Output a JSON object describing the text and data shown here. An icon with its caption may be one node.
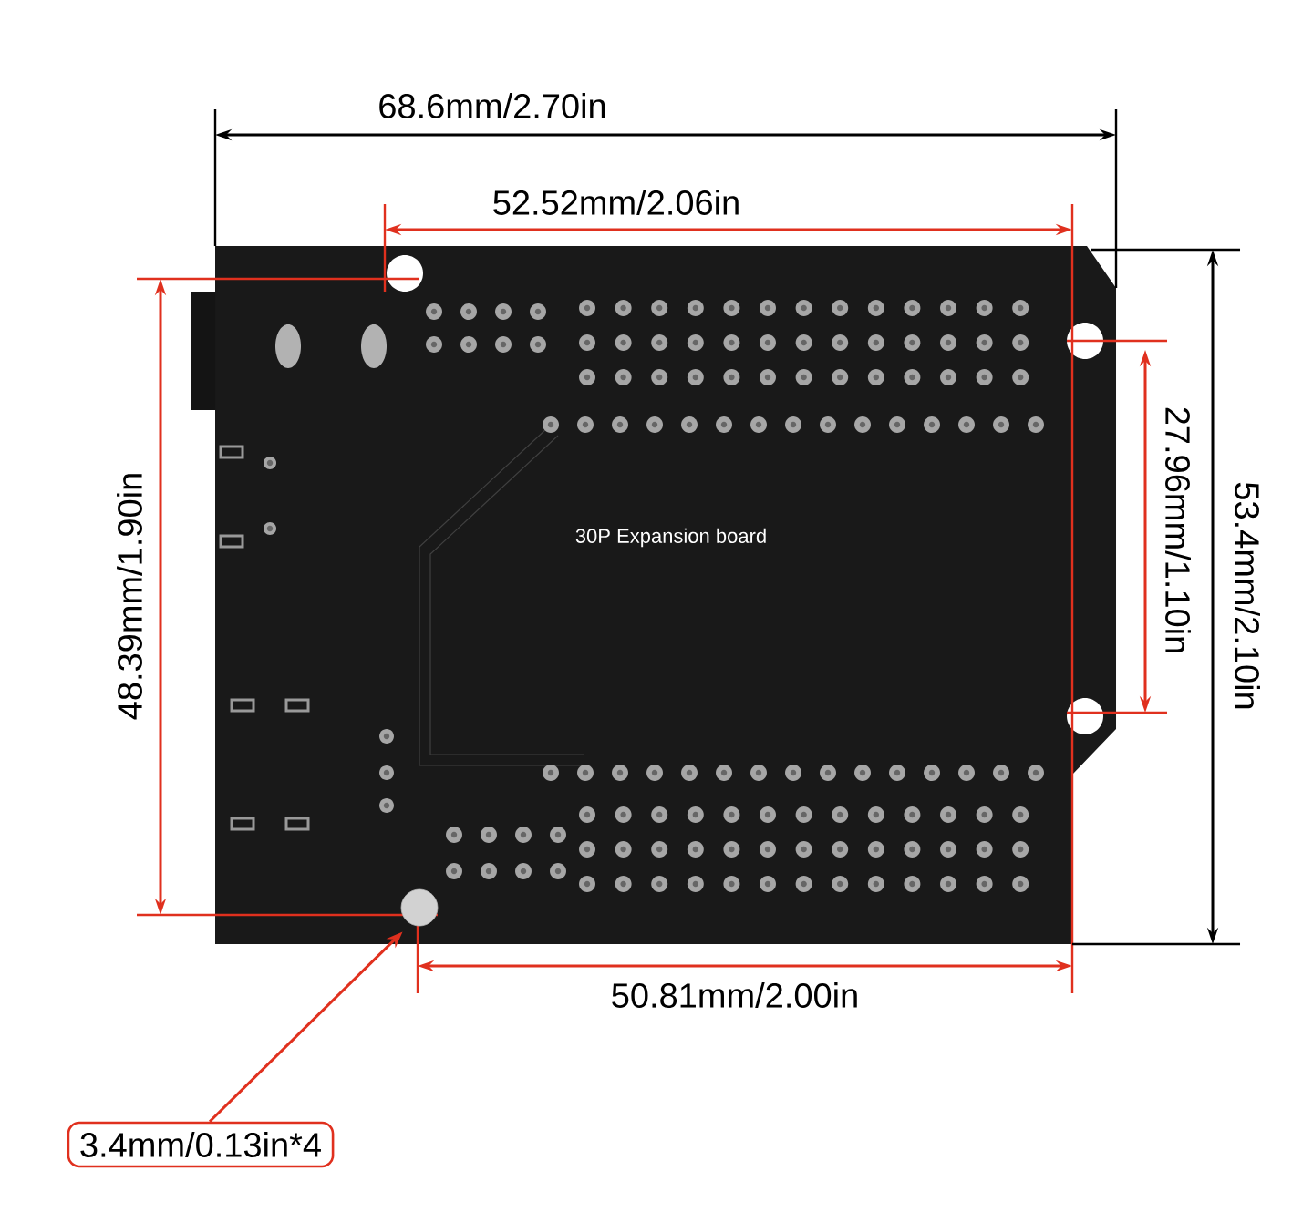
{
  "diagram": {
    "nodes": [
      {
        "text": [
          "3.4mm/0.13in*4"
        ]
      },
      {
        "text": [],
        "shape": "circle"
      }
    ],
    "edges": [
      {
        "from": 0,
        "to": 1,
        "arrow": "to",
        "color": "#e0301e"
      }
    ],
    "labels": [
      "68.6mm/2.70in",
      "52.52mm/2.06in",
      "48.39mm/1.90in",
      "27.96mm/1.10in",
      "53.4mm/2.10in",
      "30P Expansion board",
      "50.81mm/2.00in"
    ]
  }
}
